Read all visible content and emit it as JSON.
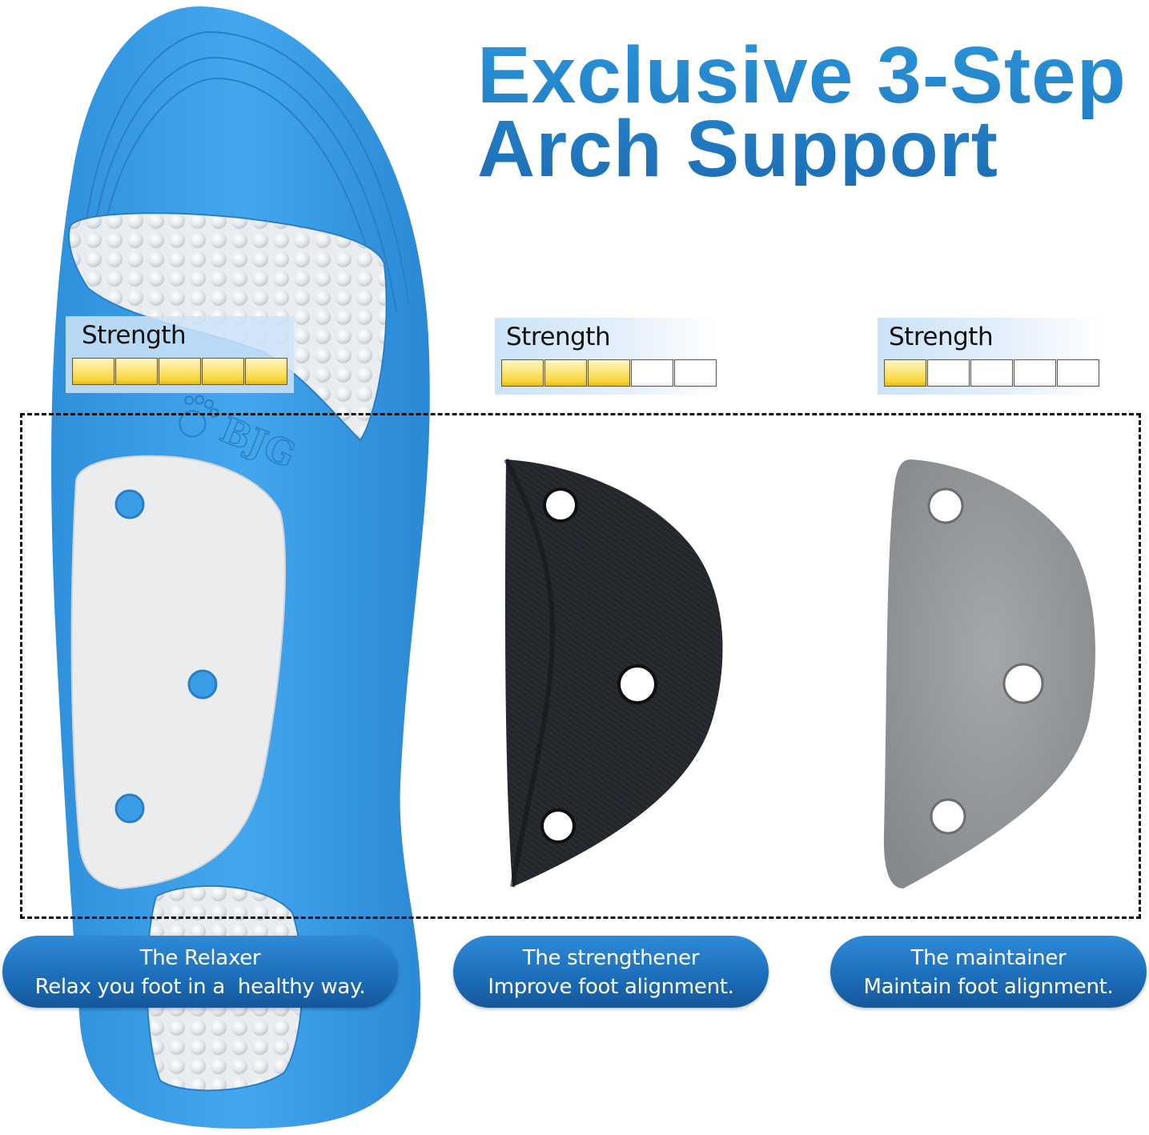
{
  "header": {
    "title_line1": "Exclusive 3-Step",
    "title_line2": "Arch Support"
  },
  "colors": {
    "title_blue": "#1f7cc6",
    "insole_blue": "#3a9ee8",
    "pill_blue": "#1d6fbb",
    "meter_yellow": "#f5cd19",
    "strengthener_black": "#1e2126",
    "maintainer_gray": "#8e9194"
  },
  "insole": {
    "brand_logo": "BJG",
    "logo_icon": "paw-print-icon"
  },
  "products": [
    {
      "name": "The Relaxer",
      "description": "Relax you foot in a  healthy way.",
      "strength_label": "Strength",
      "strength_level": 5,
      "strength_max": 5
    },
    {
      "name": "The strengthener",
      "description": "Improve foot alignment.",
      "strength_label": "Strength",
      "strength_level": 3,
      "strength_max": 5
    },
    {
      "name": "The maintainer",
      "description": "Maintain foot alignment.",
      "strength_label": "Strength",
      "strength_level": 1,
      "strength_max": 5
    }
  ]
}
